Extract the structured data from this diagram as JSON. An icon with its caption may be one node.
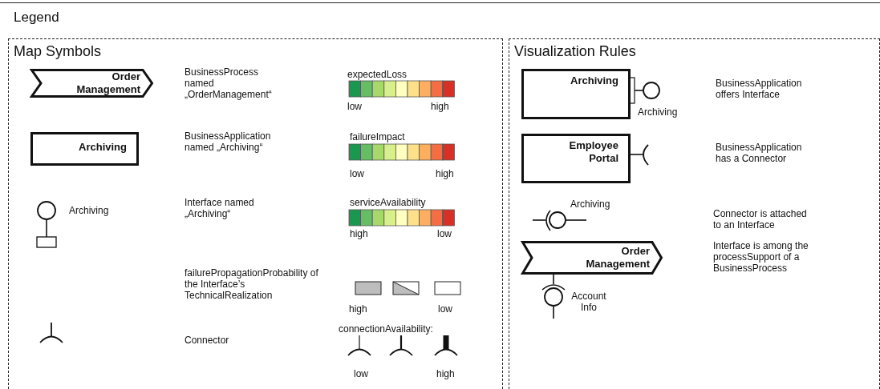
{
  "diagram": {
    "title": "Legend",
    "nodes": [
      {
        "text": [
          "Map Symbols"
        ]
      },
      {
        "text": [
          "Order Management"
        ],
        "in": 0
      },
      {
        "text": [
          "Archiving"
        ],
        "in": 0
      },
      {
        "text": [
          "Visualization Rules"
        ]
      },
      {
        "text": [
          "Archiving"
        ],
        "in": 3
      },
      {
        "text": [
          "Employee Portal"
        ],
        "in": 3
      },
      {
        "text": [
          "Order Management"
        ],
        "in": 3
      }
    ],
    "edges": [],
    "labels": [
      "BusinessProcess named „OrderManagement“",
      "expectedLoss",
      "low",
      "high",
      "BusinessApplication named „Archiving“",
      "failureImpact",
      "low",
      "high",
      "Archiving",
      "Interface named „Archiving“",
      "serviceAvailability",
      "high",
      "low",
      "failurePropagationProbability of the Interface’s TechnicalRealization",
      "high",
      "low",
      "Connector",
      "connectionAvailability:",
      "low",
      "high",
      "Archiving",
      "BusinessApplication offers Interface",
      "BusinessApplication has a Connector",
      "Archiving",
      "Connector is attached to an Interface",
      "Interface is among the processSupport of a BusinessProcess",
      "Account Info"
    ]
  }
}
